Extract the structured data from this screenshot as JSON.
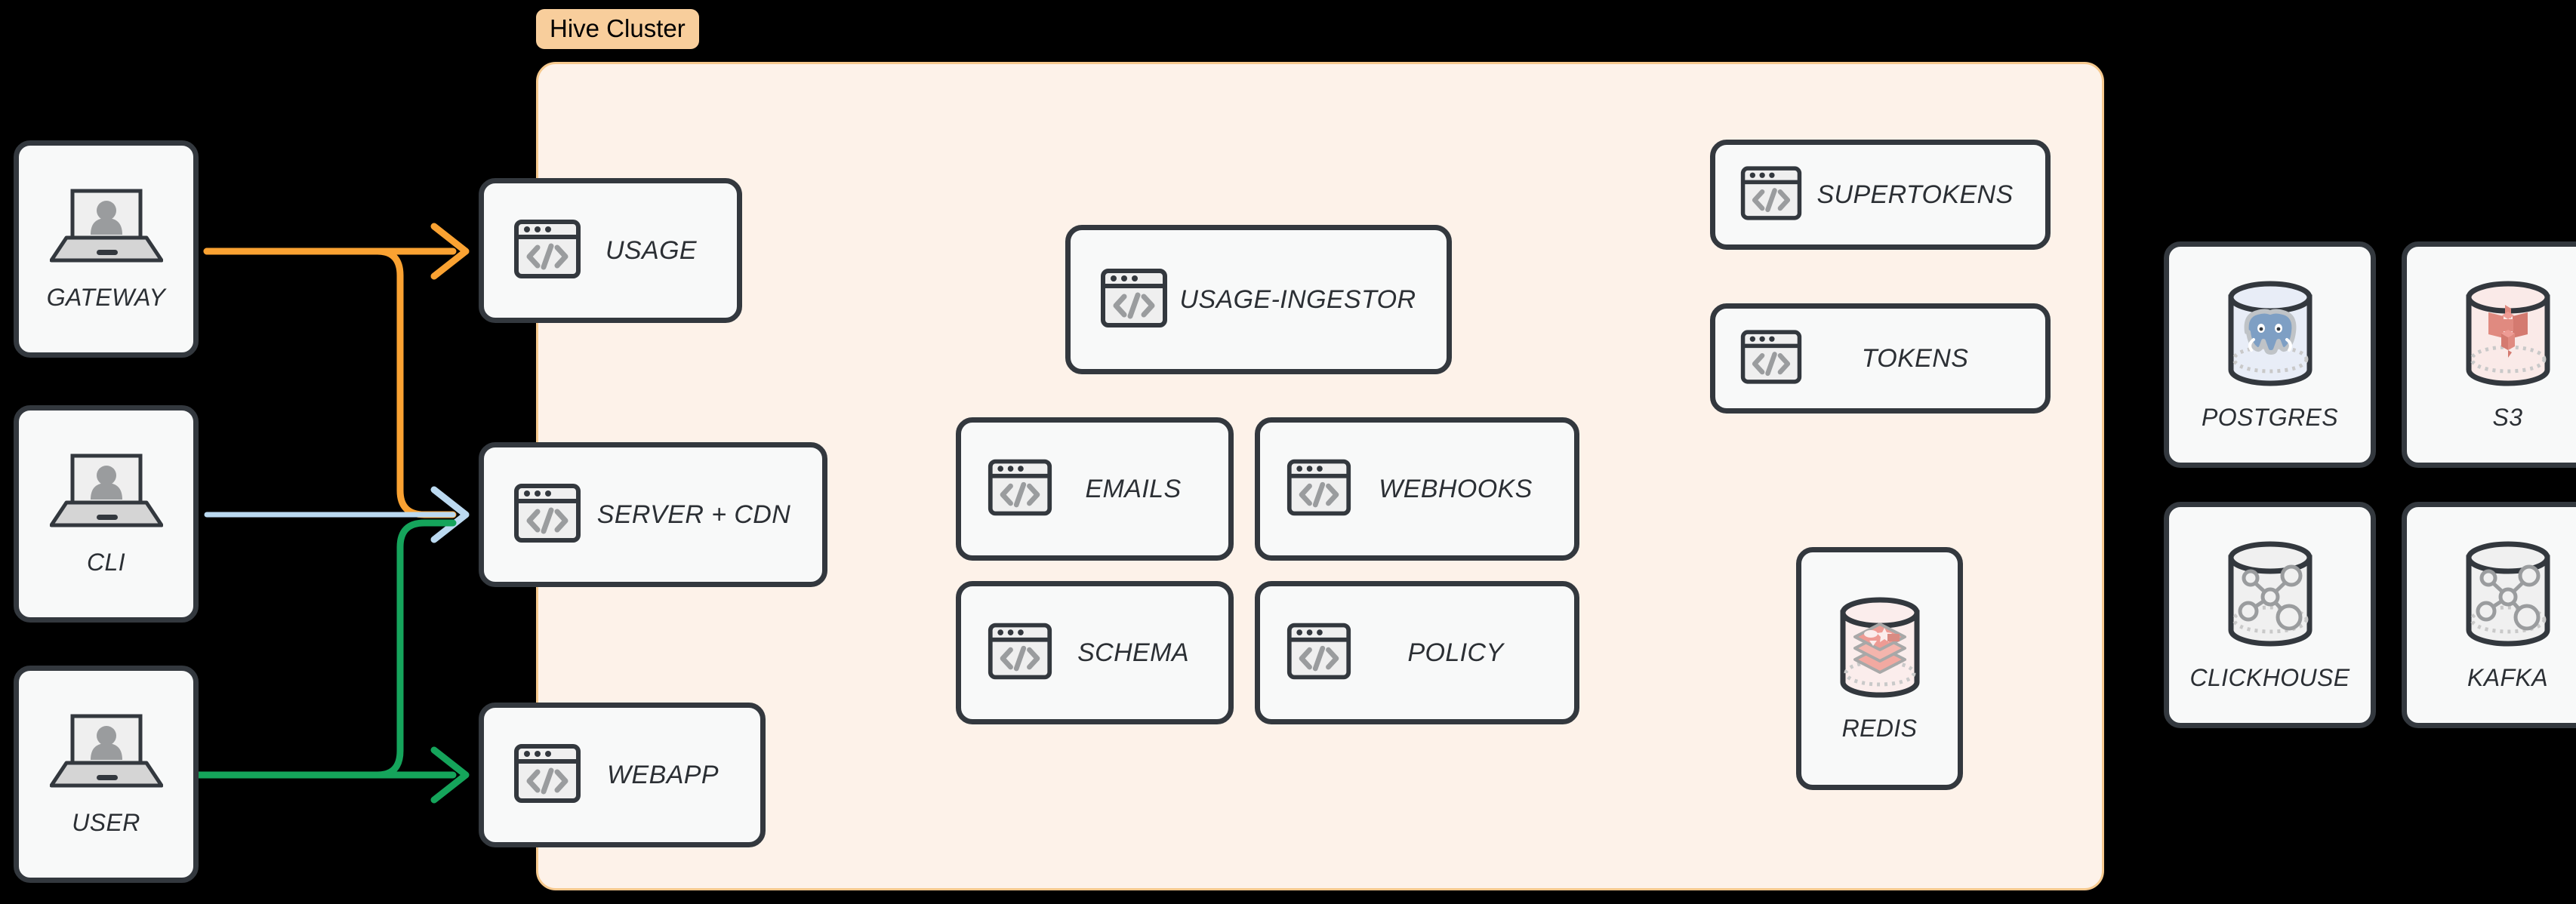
{
  "cluster": {
    "badge_label": "Hive Cluster",
    "badge_bg": "#F8CE9C",
    "panel_bg": "#FDF2E9",
    "panel_border": "#F6C98E"
  },
  "colors": {
    "background": "#000000",
    "card_bg": "#F8F9F9",
    "card_border": "#33383E",
    "label": "#2B2F34",
    "icon_gray": "#9A9C9E",
    "arrow_orange": "#FAA232",
    "arrow_blue": "#BBD9F0",
    "arrow_green": "#15A45B",
    "postgres_blue": "#7E9FC4",
    "s3_red": "#E08A80",
    "redis_red": "#EE9B94"
  },
  "clients": [
    {
      "id": "gateway",
      "label": "GATEWAY",
      "icon": "laptop-user-icon"
    },
    {
      "id": "cli",
      "label": "CLI",
      "icon": "laptop-user-icon"
    },
    {
      "id": "user",
      "label": "USER",
      "icon": "laptop-user-icon"
    }
  ],
  "edge_services": [
    {
      "id": "usage",
      "label": "USAGE",
      "icon": "code-window-icon"
    },
    {
      "id": "server-cdn",
      "label": "SERVER + CDN",
      "icon": "code-window-icon"
    },
    {
      "id": "webapp",
      "label": "WEBAPP",
      "icon": "code-window-icon"
    }
  ],
  "core_services": [
    {
      "id": "usage-ingestor",
      "label": "USAGE-INGESTOR",
      "icon": "code-window-icon"
    },
    {
      "id": "emails",
      "label": "EMAILS",
      "icon": "code-window-icon"
    },
    {
      "id": "webhooks",
      "label": "WEBHOOKS",
      "icon": "code-window-icon"
    },
    {
      "id": "schema",
      "label": "SCHEMA",
      "icon": "code-window-icon"
    },
    {
      "id": "policy",
      "label": "POLICY",
      "icon": "code-window-icon"
    }
  ],
  "auth_services": [
    {
      "id": "supertokens",
      "label": "SUPERTOKENS",
      "icon": "code-window-icon"
    },
    {
      "id": "tokens",
      "label": "TOKENS",
      "icon": "code-window-icon"
    }
  ],
  "cluster_stores": [
    {
      "id": "redis",
      "label": "REDIS",
      "icon": "redis-cylinder-icon"
    }
  ],
  "external_stores": [
    {
      "id": "postgres",
      "label": "POSTGRES",
      "icon": "postgres-cylinder-icon"
    },
    {
      "id": "s3",
      "label": "S3",
      "icon": "s3-cylinder-icon"
    },
    {
      "id": "clickhouse",
      "label": "CLICKHOUSE",
      "icon": "graph-cylinder-icon"
    },
    {
      "id": "kafka",
      "label": "KAFKA",
      "icon": "graph-cylinder-icon"
    }
  ],
  "connections": [
    {
      "id": "gateway-usage",
      "from": "GATEWAY",
      "to": "USAGE",
      "color": "#FAA232"
    },
    {
      "id": "gateway-server-cdn",
      "from": "GATEWAY",
      "to": "SERVER + CDN",
      "color": "#FAA232"
    },
    {
      "id": "cli-server-cdn",
      "from": "CLI",
      "to": "SERVER + CDN",
      "color": "#BBD9F0"
    },
    {
      "id": "user-webapp",
      "from": "USER",
      "to": "WEBAPP",
      "color": "#15A45B"
    },
    {
      "id": "user-server-cdn",
      "from": "USER",
      "to": "SERVER + CDN",
      "color": "#15A45B"
    }
  ]
}
